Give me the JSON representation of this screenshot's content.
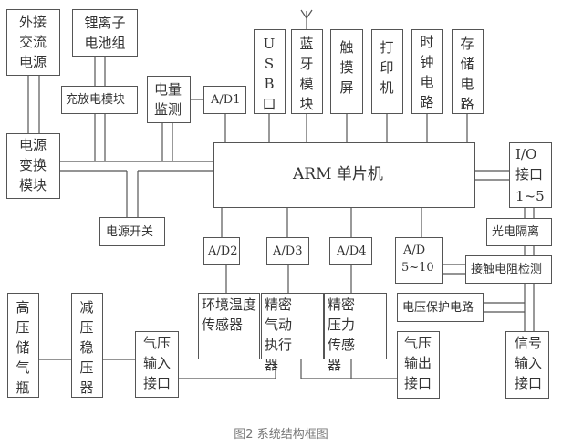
{
  "blocks": {
    "ac_power": "外接交流电源",
    "li_battery": "锂离子电池组",
    "charge_module": "充放电模块",
    "power_monitor": "电量监测",
    "ad1": "A/D1",
    "power_convert": "电源变换模块",
    "power_switch": "电源开关",
    "arm": "ARM 单片机",
    "usb": "USB口",
    "bluetooth": "蓝牙模块",
    "touch": "触摸屏",
    "printer": "打印机",
    "clock": "时钟电路",
    "storage": "存储电路",
    "io_line1": "I/O",
    "io_line2": "接口",
    "io_line3": "1~5",
    "opto": "光电隔离",
    "contact_res": "接触电阻检测",
    "voltage_protect": "电压保护电路",
    "signal_in": "信号输入接口",
    "ad510_line1": "A/D",
    "ad510_line2": "5~10",
    "ad2": "A/D2",
    "ad3": "A/D3",
    "ad4": "A/D4",
    "temp_sensor": "环境温度传感器",
    "actuator": "精密气动执行器",
    "pressure_sensor": "精密压力传感器",
    "air_out": "气压输出接口",
    "gas_bottle": "高压储气瓶",
    "regulator": "减压稳压器",
    "air_in": "气压输入接口"
  },
  "caption": "图2  系统结构框图",
  "colors": {
    "line": "#555555",
    "text": "#333333",
    "caption": "#777777"
  }
}
